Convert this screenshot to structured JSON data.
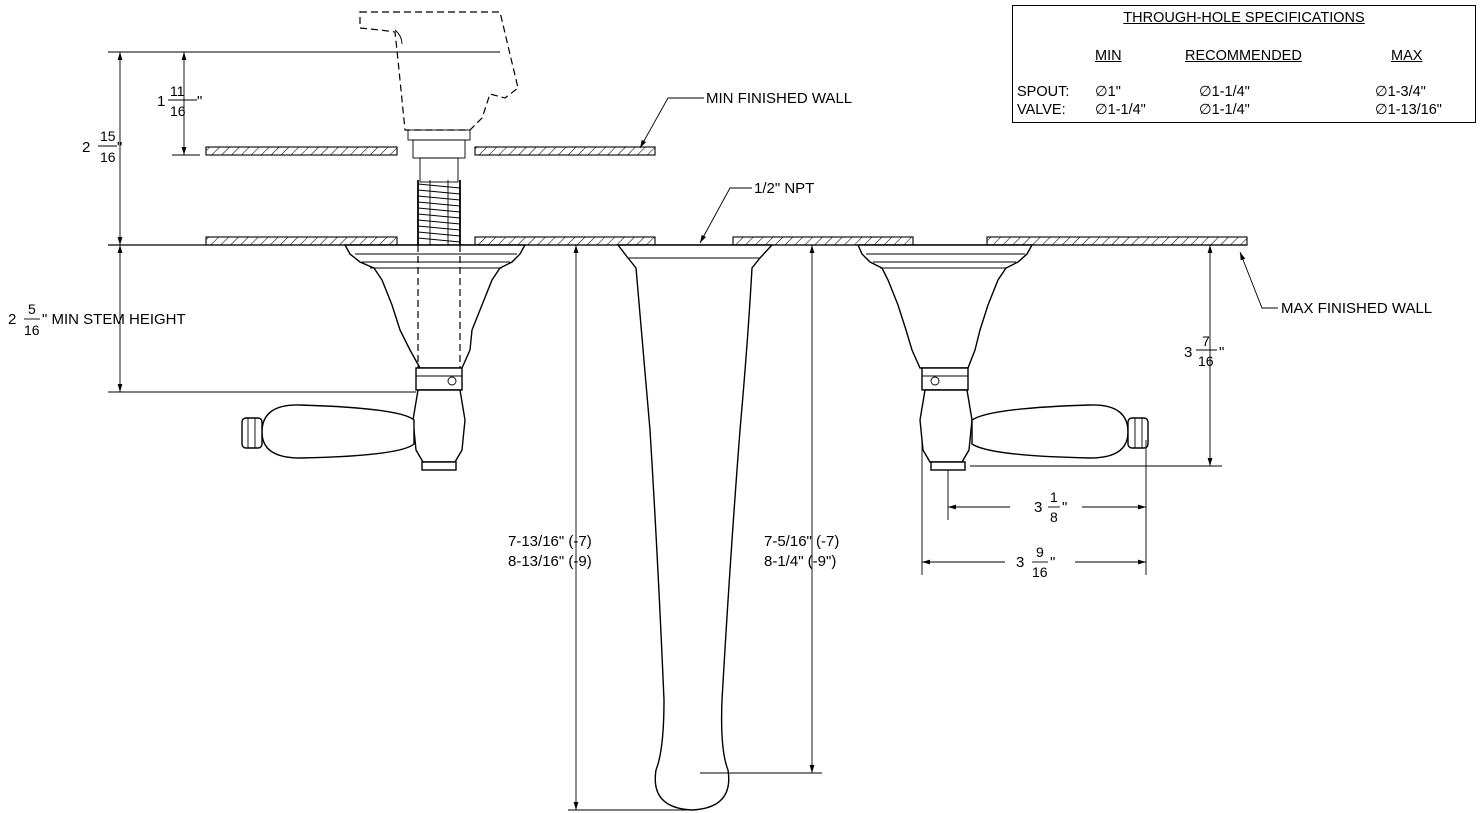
{
  "spec_table": {
    "title": "THROUGH-HOLE SPECIFICATIONS",
    "headers": {
      "min": "MIN",
      "recommended": "RECOMMENDED",
      "max": "MAX"
    },
    "rows": [
      {
        "label": "SPOUT:",
        "min": "∅1\"",
        "recommended": "∅1-1/4\"",
        "max": "∅1-3/4\""
      },
      {
        "label": "VALVE:",
        "min": "∅1-1/4\"",
        "recommended": "∅1-1/4\"",
        "max": "∅1-13/16\""
      }
    ]
  },
  "labels": {
    "min_finished_wall": "MIN FINISHED WALL",
    "max_finished_wall": "MAX FINISHED WALL",
    "npt": "1/2\" NPT",
    "min_stem_height": "\" MIN STEM HEIGHT"
  },
  "dims": {
    "d_2_15_16": {
      "whole": "2",
      "num": "15",
      "den": "16",
      "suffix": "\""
    },
    "d_1_11_16": {
      "whole": "1",
      "num": "11",
      "den": "16",
      "suffix": "\""
    },
    "d_2_5_16": {
      "whole": "2",
      "num": "5",
      "den": "16"
    },
    "d_3_7_16": {
      "whole": "3",
      "num": "7",
      "den": "16",
      "suffix": "\""
    },
    "d_3_1_8": {
      "whole": "3",
      "num": "1",
      "den": "8",
      "suffix": "\""
    },
    "d_3_9_16": {
      "whole": "3",
      "num": "9",
      "den": "16",
      "suffix": "\""
    },
    "spout_left_line1": "7-13/16\" (-7)",
    "spout_left_line2": "8-13/16\" (-9)",
    "spout_right_line1": "7-5/16\" (-7)",
    "spout_right_line2": "8-1/4\" (-9\")"
  }
}
